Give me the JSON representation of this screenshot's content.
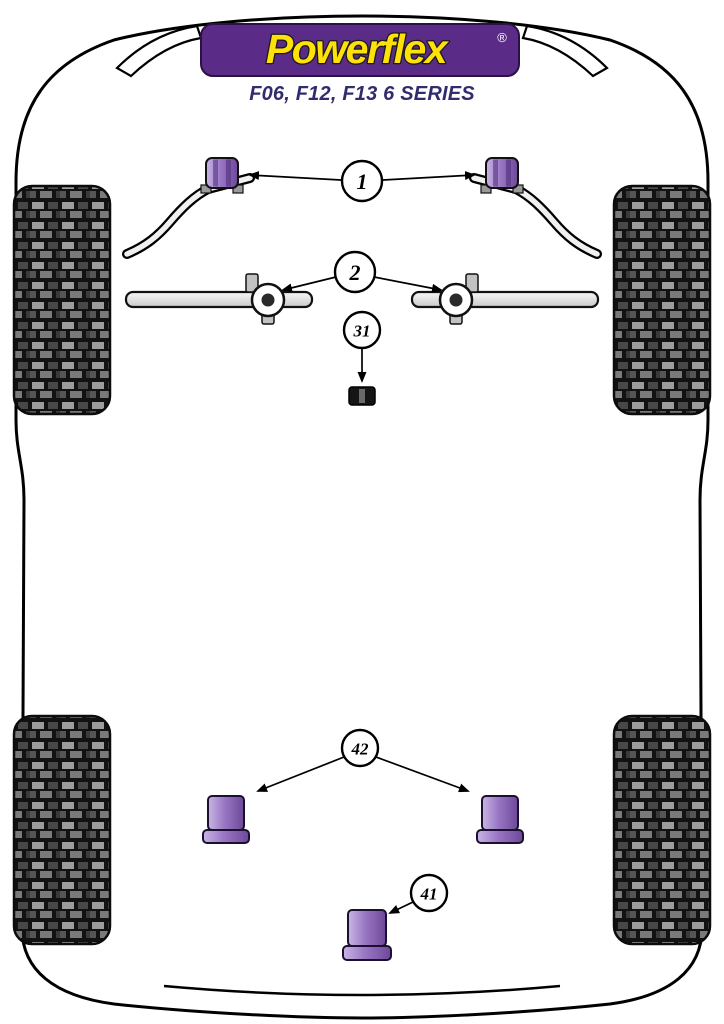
{
  "header": {
    "brand": "Powerflex",
    "registered_mark": "®",
    "subtitle": "F06, F12, F13 6 SERIES"
  },
  "callouts": {
    "c1": "1",
    "c2": "2",
    "c31": "31",
    "c42": "42",
    "c41": "41"
  },
  "colors": {
    "logo_background": "#5b2c87",
    "logo_text": "#ffe10a",
    "subtitle_text": "#312c6e",
    "bushing_purple": "#9a77c4",
    "tire_dark": "#121212",
    "outline_black": "#000000"
  }
}
